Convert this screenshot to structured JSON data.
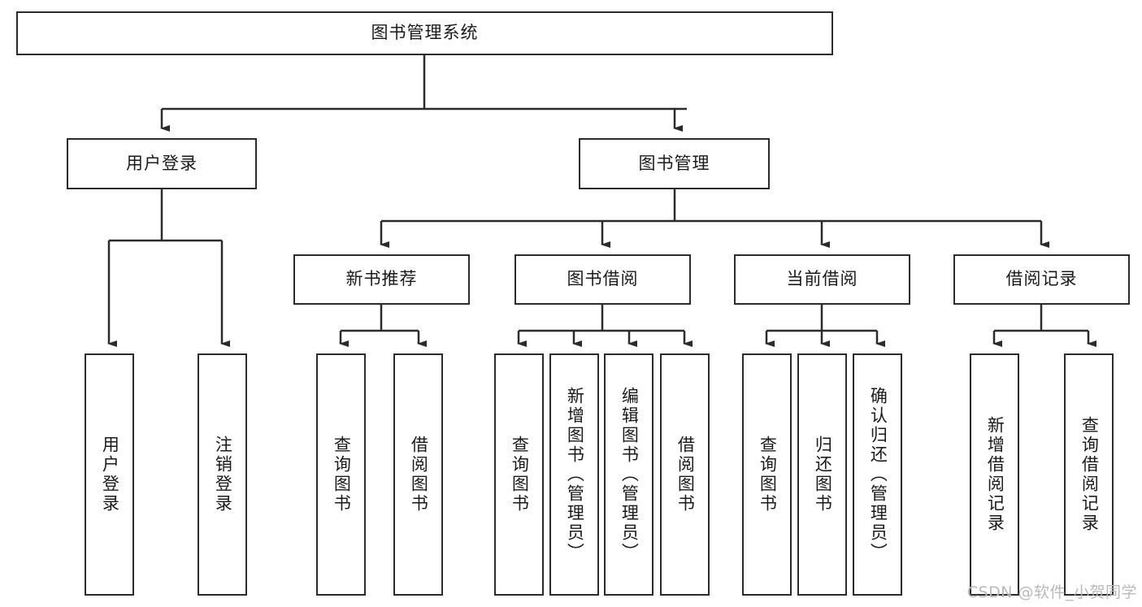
{
  "diagram": {
    "type": "tree-hierarchy",
    "title": "图书管理系统",
    "levels": 4,
    "root": {
      "label": "图书管理系统"
    },
    "level2": [
      {
        "label": "用户登录"
      },
      {
        "label": "图书管理"
      }
    ],
    "level3": [
      {
        "label": "新书推荐"
      },
      {
        "label": "图书借阅"
      },
      {
        "label": "当前借阅"
      },
      {
        "label": "借阅记录"
      }
    ],
    "leaves": {
      "user_login": [
        {
          "label": "用户登录"
        },
        {
          "label": "注销登录"
        }
      ],
      "new_book_recommend": [
        {
          "label": "查询图书"
        },
        {
          "label": "借阅图书"
        }
      ],
      "book_borrow": [
        {
          "label": "查询图书"
        },
        {
          "label": "新增图书（管理员）"
        },
        {
          "label": "编辑图书（管理员）"
        },
        {
          "label": "借阅图书"
        }
      ],
      "current_borrow": [
        {
          "label": "查询图书"
        },
        {
          "label": "归还图书"
        },
        {
          "label": "确认归还（管理员）"
        }
      ],
      "borrow_records": [
        {
          "label": "新增借阅记录"
        },
        {
          "label": "查询借阅记录"
        }
      ]
    }
  },
  "watermark": {
    "text": "CSDN @软件_小贺同学"
  },
  "colors": {
    "stroke": "#2b2b2b",
    "fill": "#ffffff",
    "text": "#1a1a1a",
    "watermark": "#b9b9b9"
  }
}
